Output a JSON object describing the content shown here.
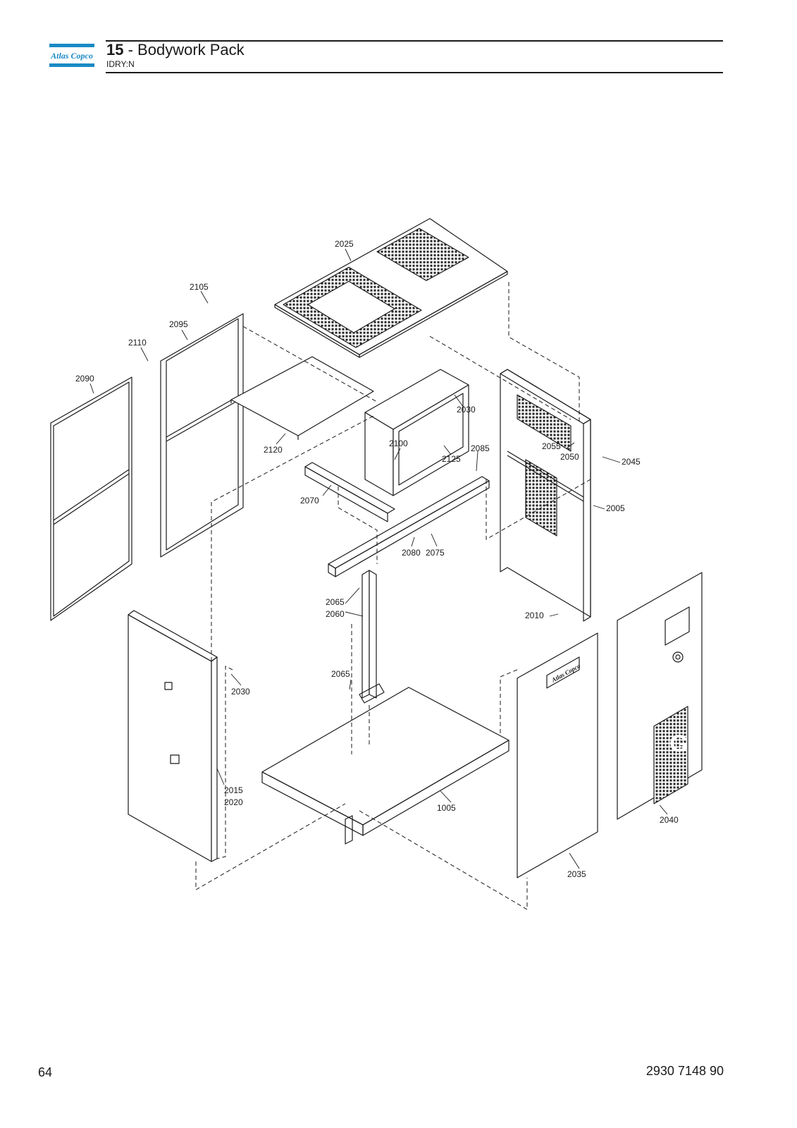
{
  "header": {
    "logo_text": "Atlas Copco",
    "section_number": "15",
    "section_separator": " - ",
    "section_title": "Bodywork Pack",
    "subtitle": "IDRY:N"
  },
  "diagram": {
    "callouts": [
      "2025",
      "2105",
      "2095",
      "2110",
      "2090",
      "2120",
      "2030",
      "2100",
      "2125",
      "2085",
      "2055",
      "2050",
      "2045",
      "2070",
      "2005",
      "2080",
      "2075",
      "2065",
      "2060",
      "2010",
      "2030",
      "2065",
      "2015",
      "2020",
      "1005",
      "2040",
      "2035"
    ],
    "panel_logo_text": "Atlas Copco",
    "panel_g_letter": "G"
  },
  "footer": {
    "page_number": "64",
    "document_number": "2930 7148 90"
  },
  "colors": {
    "ink": "#1a1a1a",
    "logo_blue": "#1a8ac6"
  }
}
